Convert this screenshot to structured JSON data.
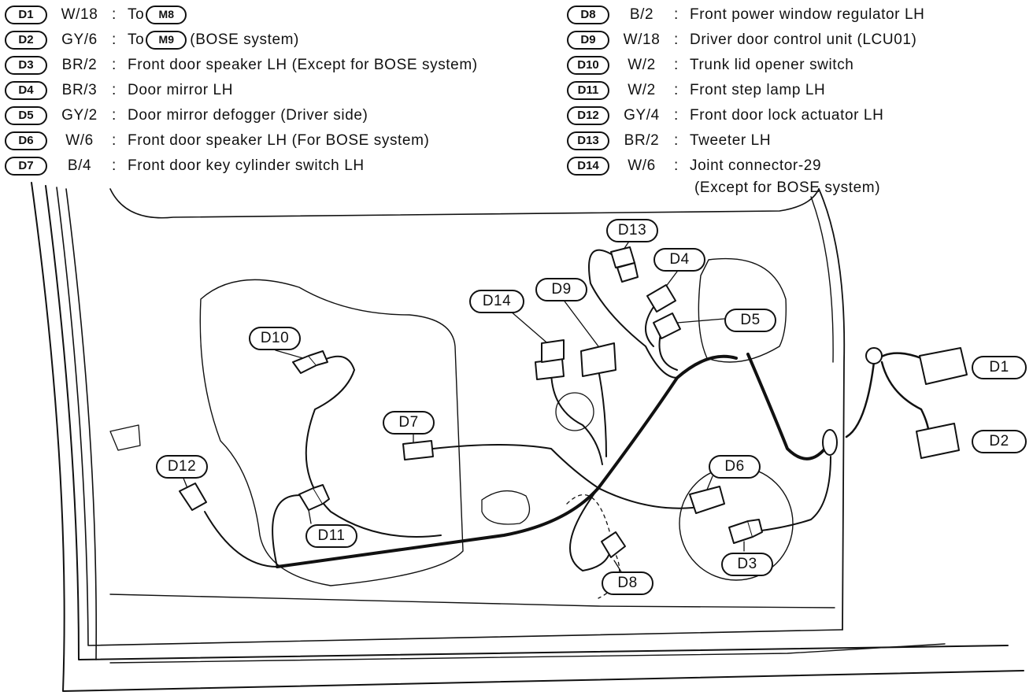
{
  "legend_left": [
    {
      "id": "D1",
      "wire": "W/18",
      "desc_before": "To",
      "ref": "M8",
      "desc_after": ""
    },
    {
      "id": "D2",
      "wire": "GY/6",
      "desc_before": "To",
      "ref": "M9",
      "desc_after": "(BOSE system)"
    },
    {
      "id": "D3",
      "wire": "BR/2",
      "desc": "Front door speaker LH (Except for BOSE system)"
    },
    {
      "id": "D4",
      "wire": "BR/3",
      "desc": "Door mirror LH"
    },
    {
      "id": "D5",
      "wire": "GY/2",
      "desc": "Door mirror defogger (Driver side)"
    },
    {
      "id": "D6",
      "wire": "W/6",
      "desc": "Front door speaker LH (For BOSE system)"
    },
    {
      "id": "D7",
      "wire": "B/4",
      "desc": "Front door key cylinder switch LH"
    }
  ],
  "legend_right": [
    {
      "id": "D8",
      "wire": "B/2",
      "desc": "Front power window regulator LH"
    },
    {
      "id": "D9",
      "wire": "W/18",
      "desc": "Driver door control unit (LCU01)"
    },
    {
      "id": "D10",
      "wire": "W/2",
      "desc": "Trunk lid opener switch"
    },
    {
      "id": "D11",
      "wire": "W/2",
      "desc": "Front step lamp LH"
    },
    {
      "id": "D12",
      "wire": "GY/4",
      "desc": "Front door lock actuator LH"
    },
    {
      "id": "D13",
      "wire": "BR/2",
      "desc": "Tweeter LH"
    },
    {
      "id": "D14",
      "wire": "W/6",
      "desc": "Joint connector-29"
    }
  ],
  "legend_right_continuation": "(Except for BOSE system)",
  "colon": ":",
  "callouts": {
    "D1": "D1",
    "D2": "D2",
    "D3": "D3",
    "D4": "D4",
    "D5": "D5",
    "D6": "D6",
    "D7": "D7",
    "D8": "D8",
    "D9": "D9",
    "D10": "D10",
    "D11": "D11",
    "D12": "D12",
    "D13": "D13",
    "D14": "D14"
  }
}
